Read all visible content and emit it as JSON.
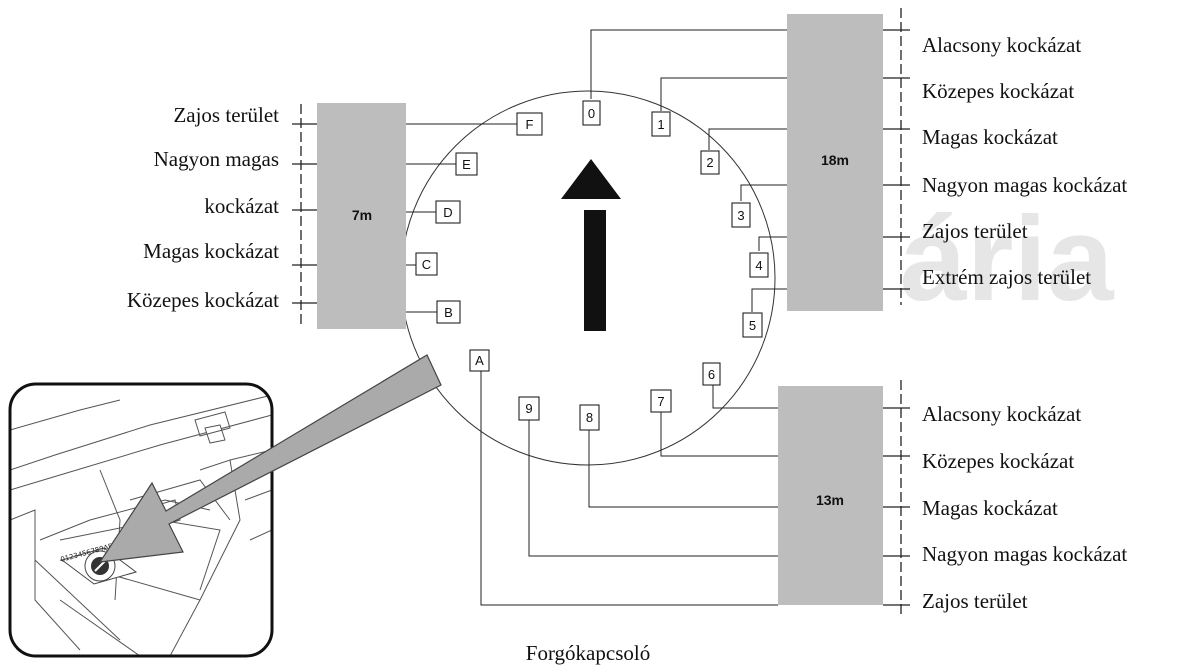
{
  "watermark": "ária",
  "caption": "Forgókapcsoló",
  "ranges": {
    "left": "7m",
    "top_right": "18m",
    "bottom_right": "13m"
  },
  "left_labels": [
    "Zajos terület",
    "Nagyon magas",
    "kockázat",
    "Magas kockázat",
    "Közepes kockázat"
  ],
  "top_right_labels": [
    "Alacsony kockázat",
    "Közepes kockázat",
    "Magas kockázat",
    "Nagyon magas kockázat",
    "Zajos terület",
    "Extrém zajos terület"
  ],
  "bottom_right_labels": [
    "Alacsony kockázat",
    "Közepes kockázat",
    "Magas kockázat",
    "Nagyon magas kockázat",
    "Zajos terület"
  ],
  "positions": {
    "p0": "0",
    "p1": "1",
    "p2": "2",
    "p3": "3",
    "p4": "4",
    "p5": "5",
    "p6": "6",
    "p7": "7",
    "p8": "8",
    "p9": "9",
    "pA": "A",
    "pB": "B",
    "pC": "C",
    "pD": "D",
    "pE": "E",
    "pF": "F"
  },
  "inset_dial_text": "0123456789ABCDEF"
}
